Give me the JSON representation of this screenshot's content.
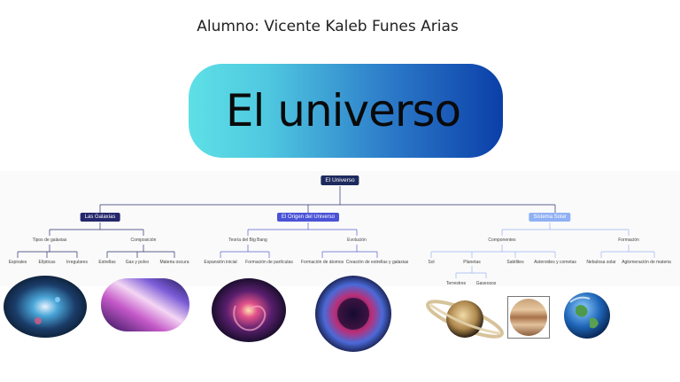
{
  "header": {
    "student": "Alumno: Vicente Kaleb Funes Arias"
  },
  "title": "El universo",
  "diagram": {
    "root": "El Universo",
    "branches": {
      "galaxias": "Las Galaxias",
      "origen": "El Origen del Universo",
      "solar": "Sistema Solar"
    },
    "level2": {
      "tipos": "Tipos de galaxias",
      "composicion": "Composición",
      "bigbang": "Teoría del Big Bang",
      "evolucion": "Evolución",
      "componentes": "Componentes",
      "formacion": "Formación"
    },
    "level3": {
      "espirales": "Espirales",
      "elipticas": "Elípticas",
      "irregulares": "Irregulares",
      "estrellas": "Estrellas",
      "gas": "Gas y polvo",
      "materia": "Materia oscura",
      "expansion": "Expansión inicial",
      "particulas": "Formación de partículas",
      "atomos": "Formación de átomos",
      "estrellas_galaxias": "Creación de estrellas y galaxias",
      "sol": "Sol",
      "planetas": "Planetas",
      "satelites": "Satélites",
      "asteroides": "Asteroides y cometas",
      "nebulosa": "Nebulosa solar",
      "aglomeracion": "Aglomeración de materia"
    },
    "level4": {
      "terrestres": "Terrestres",
      "gaseosos": "Gaseosos"
    }
  },
  "colors": {
    "root": "#1e2a5e",
    "galaxias": "#23276b",
    "origen": "#4a52d6",
    "solar": "#8fb0f4",
    "line_dark": "#2a3170",
    "line_mid": "#5a5fd0",
    "line_light": "#9ab6ef"
  },
  "images": [
    "spiral-galaxy-icon",
    "milky-way-icon",
    "swirl-galaxy-icon",
    "nebula-icon",
    "saturn-icon",
    "jupiter-icon",
    "earth-icon"
  ]
}
